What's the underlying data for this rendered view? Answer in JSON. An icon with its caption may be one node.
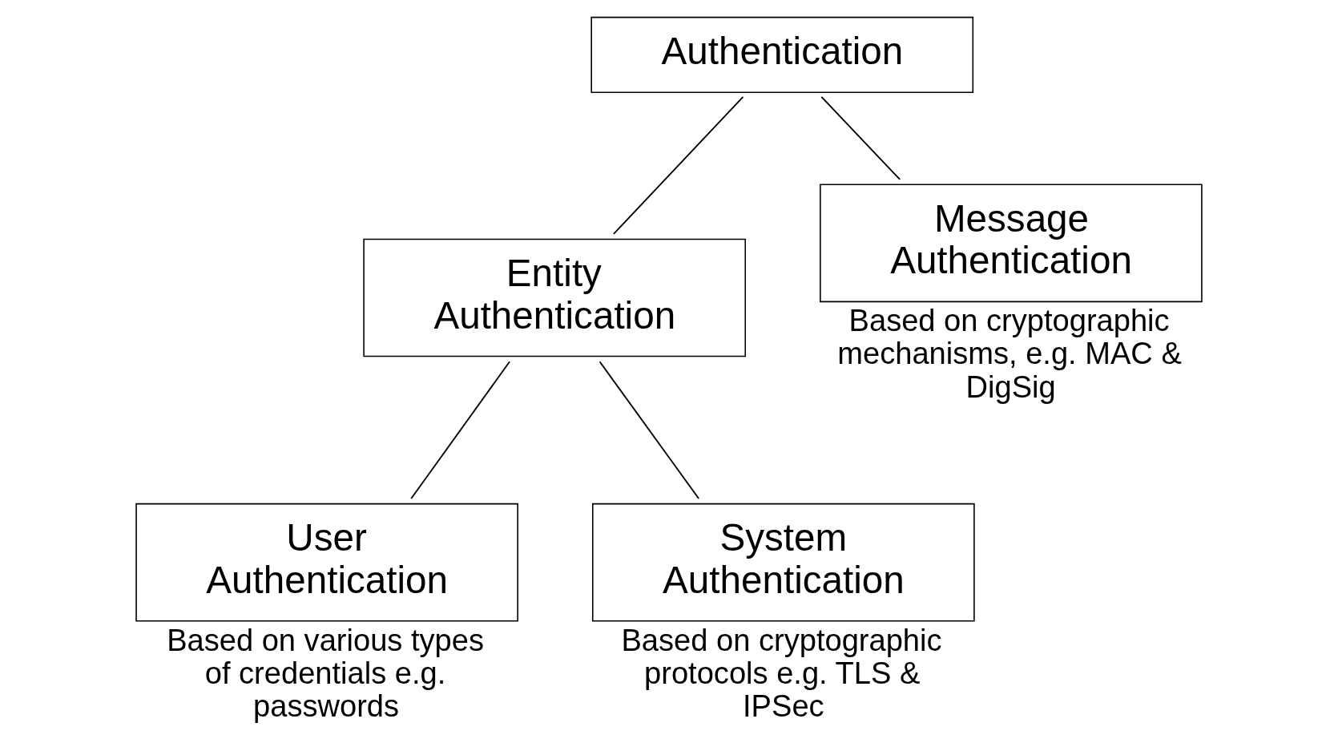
{
  "diagram": {
    "nodes": [
      {
        "text": [
          "Authentication"
        ]
      },
      {
        "text": [
          "Entity Authentication"
        ]
      },
      {
        "text": [
          "Message Authentication"
        ],
        "beside": [
          "Based on cryptographic mechanisms, e.g. MAC & DigSig"
        ]
      },
      {
        "text": [
          "User Authentication"
        ],
        "beside": [
          "Based on various types of credentials e.g. passwords"
        ]
      },
      {
        "text": [
          "System Authentication"
        ],
        "beside": [
          "Based on cryptographic protocols e.g. TLS & IPSec"
        ]
      }
    ],
    "edges": [
      {
        "from": 0,
        "to": 1,
        "arrow": "none"
      },
      {
        "from": 0,
        "to": 2,
        "arrow": "none"
      },
      {
        "from": 1,
        "to": 3,
        "arrow": "none"
      },
      {
        "from": 1,
        "to": 4,
        "arrow": "none"
      }
    ]
  }
}
